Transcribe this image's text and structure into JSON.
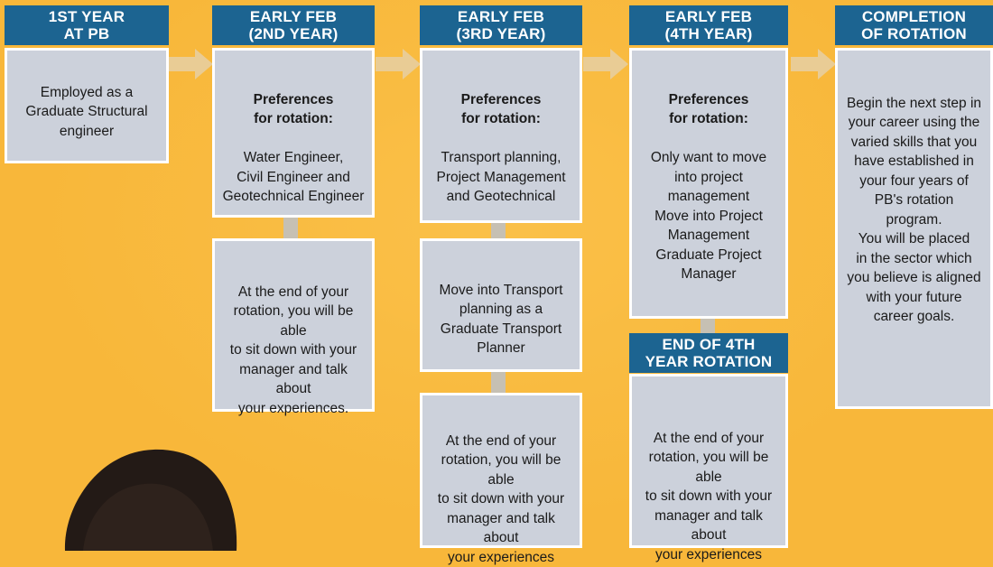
{
  "colors": {
    "background": "#f8b73a",
    "header_bg": "#1c6491",
    "box_bg": "#ccd1db",
    "box_border": "#ffffff",
    "arrow": "#e9cc95",
    "connector": "#c6c0b3"
  },
  "columns": [
    {
      "header": "1ST YEAR\nAT PB",
      "box": {
        "bold": "",
        "text": "Employed as a\nGraduate Structural\nengineer"
      }
    },
    {
      "header": "EARLY FEB\n(2ND YEAR)",
      "box": {
        "bold": "Preferences\nfor rotation:",
        "text": "Water Engineer,\nCivil Engineer and\nGeotechnical Engineer"
      },
      "box2": {
        "text": "At the end of your\nrotation, you will be able\nto sit down with your\nmanager and talk about\nyour experiences."
      }
    },
    {
      "header": "EARLY FEB\n(3RD YEAR)",
      "box": {
        "bold": "Preferences\nfor rotation:",
        "text": "Transport planning,\nProject Management\nand Geotechnical"
      },
      "box2": {
        "text": "Move into Transport\nplanning as a\nGraduate Transport\nPlanner"
      },
      "box3": {
        "text": "At the end of your\nrotation, you will be able\nto sit down with your\nmanager and talk about\nyour experiences"
      }
    },
    {
      "header": "EARLY FEB\n(4TH YEAR)",
      "box": {
        "bold": "Preferences\nfor rotation:",
        "text": "Only want to move\ninto project\nmanagement\nMove into Project\nManagement\nGraduate Project\nManager"
      },
      "header2": "END OF 4TH\nYEAR ROTATION",
      "box2": {
        "text": "At the end of your\nrotation, you will be able\nto sit down with your\nmanager and talk about\nyour experiences"
      }
    },
    {
      "header": "COMPLETION\nOF ROTATION",
      "box": {
        "bold": "",
        "text": "Begin the next step in\nyour career using the\nvaried skills that you\nhave established in\nyour four years of\nPB's rotation\nprogram.\nYou will be placed\nin the sector which\nyou believe is aligned\nwith your future\ncareer goals."
      }
    }
  ]
}
